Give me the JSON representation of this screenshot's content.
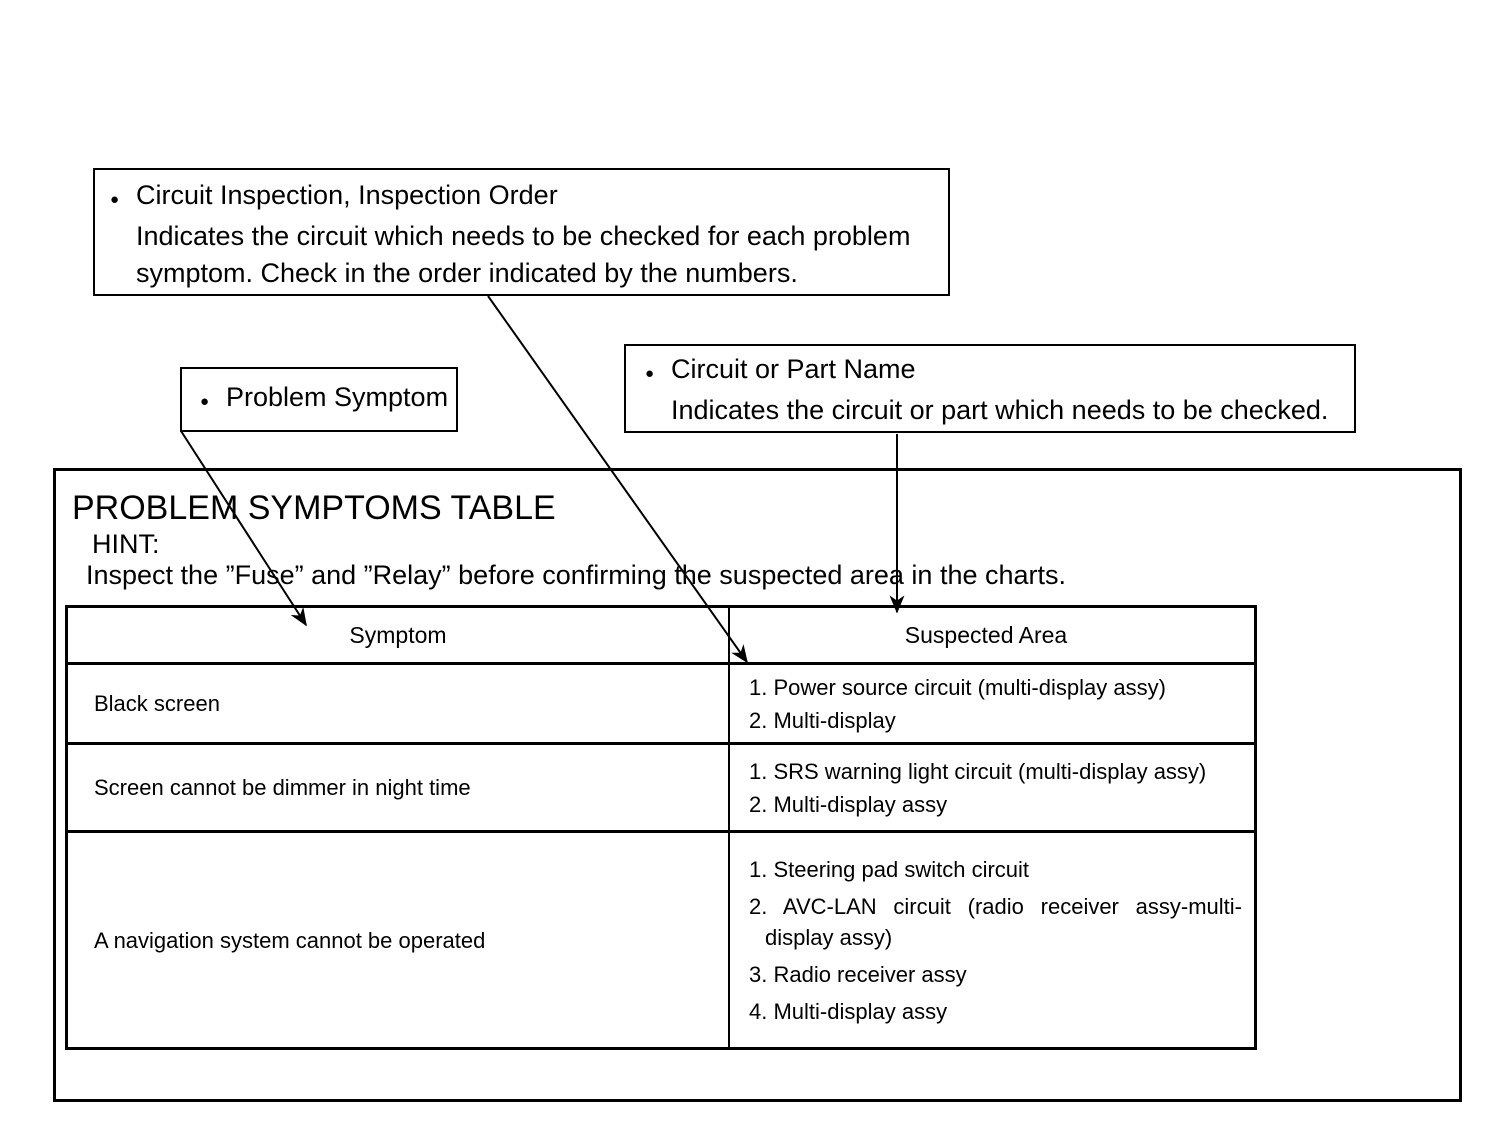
{
  "glyphs": {
    "bullet": "●"
  },
  "callouts": {
    "circuit_inspection": {
      "title": "Circuit Inspection, Inspection Order",
      "body_line1": "Indicates the circuit which needs to be checked for each problem",
      "body_line2": "symptom. Check in the order indicated by the numbers."
    },
    "problem_symptom": {
      "title": "Problem Symptom"
    },
    "circuit_or_part_name": {
      "title": "Circuit or Part Name",
      "body_line1": "Indicates the circuit or part which needs to be checked."
    }
  },
  "document": {
    "title": "PROBLEM SYMPTOMS TABLE",
    "hint_label": "HINT:",
    "hint_text": "Inspect the ”Fuse” and ”Relay” before confirming the suspected area in the charts."
  },
  "table": {
    "headers": {
      "symptom": "Symptom",
      "suspected_area": "Suspected Area"
    },
    "rows": [
      {
        "symptom": "Black screen",
        "suspected": [
          "1. Power source circuit (multi-display assy)",
          "2. Multi-display"
        ]
      },
      {
        "symptom": "Screen cannot be dimmer in night time",
        "suspected": [
          "1. SRS warning light circuit (multi-display assy)",
          "2. Multi-display assy"
        ]
      },
      {
        "symptom": "A navigation system cannot be operated",
        "suspected": [
          "1. Steering pad switch circuit",
          "2. AVC-LAN circuit (radio receiver assy-multi-display assy)",
          "3. Radio receiver assy",
          "4. Multi-display assy"
        ]
      }
    ]
  },
  "colors": {
    "ink": "#000000",
    "paper": "#ffffff"
  }
}
